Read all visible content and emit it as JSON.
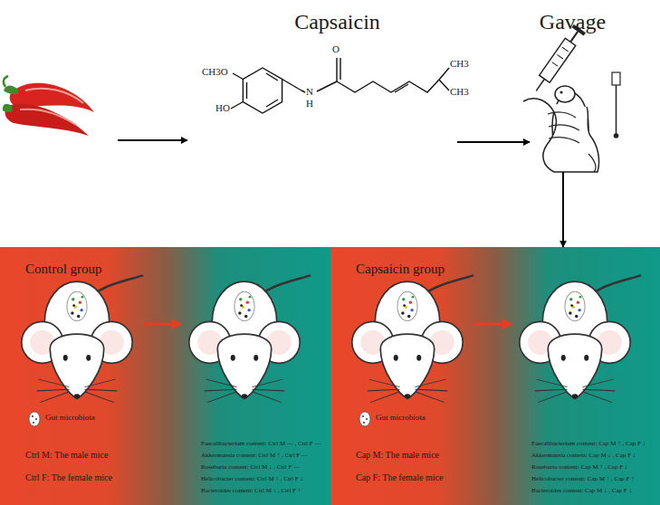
{
  "diagram": {
    "nodes": [
      {
        "text": [
          "Capsaicin"
        ]
      },
      {
        "text": [
          "Gavage"
        ]
      },
      {
        "text": [
          "Control group",
          "Ctrl M: The male mice",
          "Ctrl F: The female mice",
          "Faecalibacterium content: Ctrl M — , Ctrl F —",
          "Akkermansia content: Ctrl M ↑ , Ctrl F —",
          "Roseburia content: Ctrl M ↓ , Ctrl F —",
          "Helicobacter content: Ctrl M ↑ , Ctrl F ↓",
          "Bacteroides content: Ctrl M ↓ , Ctrl F ↑"
        ]
      },
      {
        "text": [
          "Capsaicin group",
          "Cap M: The male mice",
          "Cap F: The female mice",
          "Faecalibacterium content: Cap M ↑ , Cap F ↓",
          "Akkermansia content: Cap M ↓ , Cap F ↓",
          "Roseburia content: Cap M ↑ , Cap F ↓",
          "Helicobacter content: Cap M ↑ , Cap F ↑",
          "Bacteroides content: Cap M ↓ , Cap F ↓"
        ]
      }
    ],
    "edges": [
      {
        "from": 0,
        "to": 1,
        "arrow": "to"
      },
      {
        "from": 1,
        "to": 3,
        "arrow": "to"
      }
    ],
    "labels": [
      "CH3O",
      "HO",
      "N",
      "H",
      "O",
      "CH3",
      "CH3"
    ],
    "legend": [
      {
        "text": "Gut microbiota"
      },
      {
        "text": "Gut microbiota"
      }
    ]
  }
}
